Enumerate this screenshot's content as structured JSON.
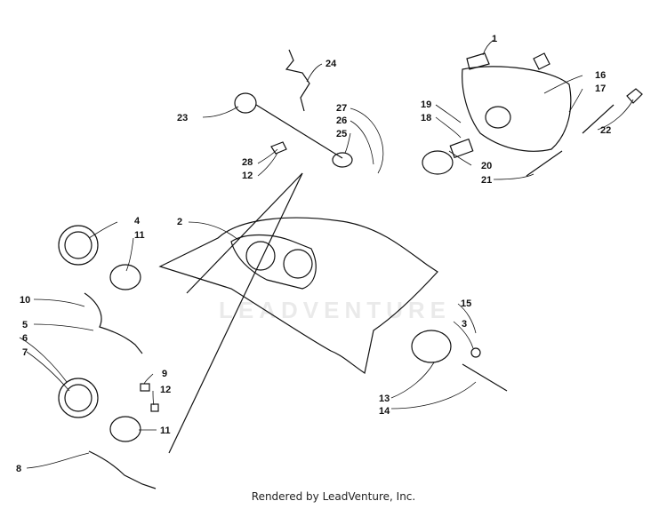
{
  "diagram": {
    "callouts": [
      "1",
      "2",
      "3",
      "4",
      "5",
      "6",
      "7",
      "8",
      "9",
      "10",
      "11",
      "11",
      "12",
      "12",
      "13",
      "14",
      "15",
      "16",
      "17",
      "18",
      "19",
      "20",
      "21",
      "22",
      "23",
      "24",
      "25",
      "26",
      "27",
      "28"
    ]
  },
  "watermark": {
    "text": "LEADVENTURE"
  },
  "footer": {
    "text": "Rendered by LeadVenture, Inc."
  }
}
